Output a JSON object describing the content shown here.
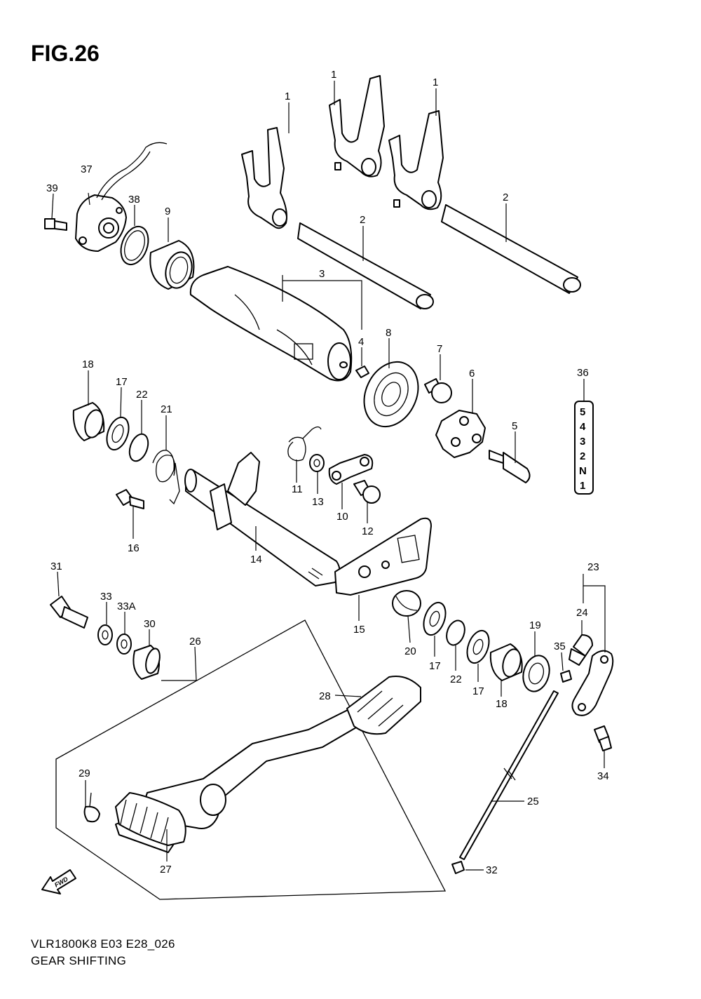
{
  "figure": {
    "title": "FIG.26",
    "model_code": "VLR1800K8 E03 E28_026",
    "name": "GEAR SHIFTING",
    "direction_marker": "FWD"
  },
  "callouts": [
    {
      "id": "fork-left",
      "label": "1"
    },
    {
      "id": "fork-mid",
      "label": "1"
    },
    {
      "id": "fork-right",
      "label": "1"
    },
    {
      "id": "shaft-a",
      "label": "2"
    },
    {
      "id": "shaft-b",
      "label": "2"
    },
    {
      "id": "cam",
      "label": "3"
    },
    {
      "id": "pin-4",
      "label": "4"
    },
    {
      "id": "pin-5",
      "label": "5"
    },
    {
      "id": "stopper-6",
      "label": "6"
    },
    {
      "id": "bolt-7",
      "label": "7"
    },
    {
      "id": "bearing-8",
      "label": "8"
    },
    {
      "id": "bearing-9",
      "label": "9"
    },
    {
      "id": "arm-10",
      "label": "10"
    },
    {
      "id": "spring-11",
      "label": "11"
    },
    {
      "id": "bolt-12",
      "label": "12"
    },
    {
      "id": "washer-13",
      "label": "13"
    },
    {
      "id": "shaft-14",
      "label": "14"
    },
    {
      "id": "lever-15",
      "label": "15"
    },
    {
      "id": "bolt-16",
      "label": "16"
    },
    {
      "id": "washer-17-a",
      "label": "17"
    },
    {
      "id": "washer-17-b",
      "label": "17"
    },
    {
      "id": "washer-17-c",
      "label": "17"
    },
    {
      "id": "bush-18-a",
      "label": "18"
    },
    {
      "id": "bush-18-b",
      "label": "18"
    },
    {
      "id": "seal-19",
      "label": "19"
    },
    {
      "id": "spring-20",
      "label": "20"
    },
    {
      "id": "spring-21",
      "label": "21"
    },
    {
      "id": "ring-22-a",
      "label": "22"
    },
    {
      "id": "ring-22-b",
      "label": "22"
    },
    {
      "id": "link-23",
      "label": "23"
    },
    {
      "id": "joint-24",
      "label": "24"
    },
    {
      "id": "rod-25",
      "label": "25"
    },
    {
      "id": "pedal-26",
      "label": "26"
    },
    {
      "id": "rubber-27",
      "label": "27"
    },
    {
      "id": "pad-28",
      "label": "28"
    },
    {
      "id": "clip-29",
      "label": "29"
    },
    {
      "id": "spacer-30",
      "label": "30"
    },
    {
      "id": "bolt-31",
      "label": "31"
    },
    {
      "id": "nut-32",
      "label": "32"
    },
    {
      "id": "washer-33",
      "label": "33"
    },
    {
      "id": "washer-33a",
      "label": "33A"
    },
    {
      "id": "bolt-34",
      "label": "34"
    },
    {
      "id": "nut-35",
      "label": "35"
    },
    {
      "id": "indicator-36",
      "label": "36"
    },
    {
      "id": "switch-37",
      "label": "37"
    },
    {
      "id": "oring-38",
      "label": "38"
    },
    {
      "id": "screw-39",
      "label": "39"
    }
  ],
  "gear_indicator": [
    "5",
    "4",
    "3",
    "2",
    "N",
    "1"
  ]
}
